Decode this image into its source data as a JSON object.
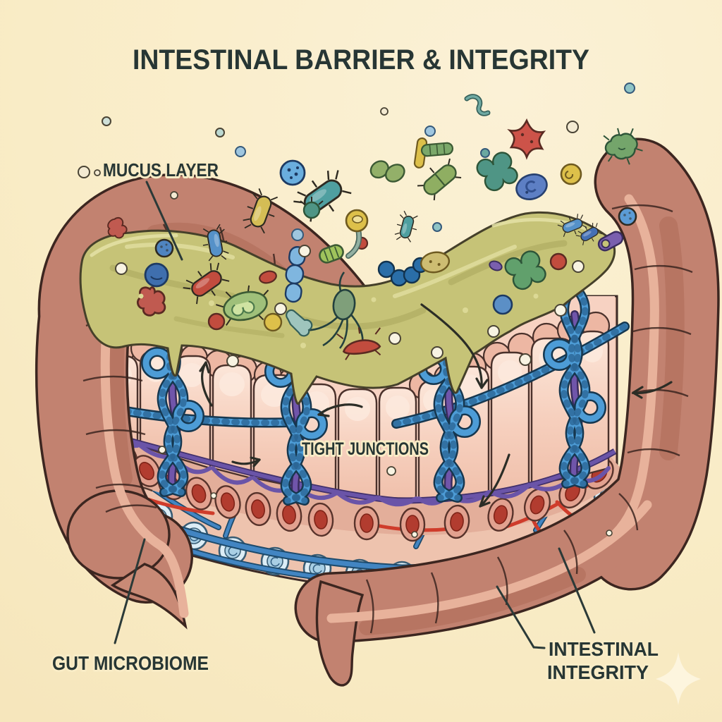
{
  "title": "INTESTINAL BARRIER & INTEGRITY",
  "annotations": {
    "mucus_layer": {
      "label": "MUCUS LAYER"
    },
    "tight_junctions": {
      "label": "TIGHT JUNCTIONS"
    },
    "gut_microbiome": {
      "label": "GUT MICROBIOME"
    },
    "intestinal_integrity": {
      "label_line1": "INTESTINAL",
      "label_line2": "INTEGRITY"
    }
  },
  "illustration_parts": [
    "colon-frame",
    "mucus-layer",
    "gut-bacteria",
    "epithelial-cells",
    "tight-junction-ropes",
    "basement-membrane",
    "red-blood-cells",
    "immune-cells",
    "blood-vessels"
  ],
  "icons": {
    "sparkle": "✦"
  },
  "colors": {
    "background": "#f9ecc6",
    "ink": "#273634",
    "colon": "#c28270",
    "colon_stripe": "#e8b29b",
    "mucus": "#c6c377",
    "epithelium": "#f6d0bf",
    "tight_junction_blue": "#4d9cd6",
    "membrane_purple": "#6a54a8",
    "vessel_blue": "#4285c2",
    "vessel_red": "#cf3c2b",
    "blood_cell_red": "#b23c2f",
    "immune_cell_blue": "#a9cfe4",
    "sparkle": "#fdf5de"
  }
}
